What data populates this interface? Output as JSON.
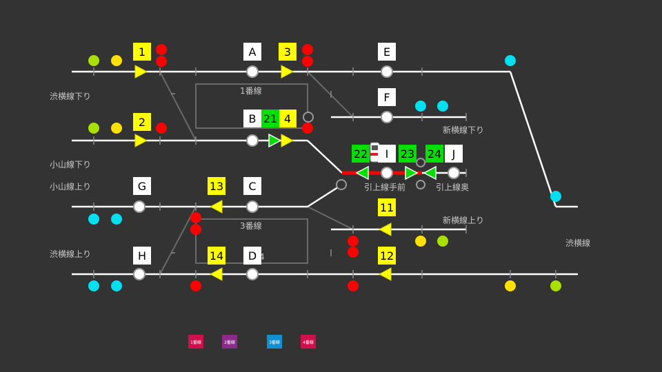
{
  "labels": {
    "shibuya_kudari": "渋横線下り",
    "koyama_kudari": "小山線下り",
    "koyama_nobori": "小山線上り",
    "shibuya_nobori": "渋横線上り",
    "shinyoko_kudari": "新横線下り",
    "shinyoko_nobori": "新横線上り",
    "shibuya_line": "渋横線",
    "track1": "1番線",
    "track3": "3番線",
    "track4_partial": "4",
    "hikiage_temae": "引上線手前",
    "hikiage_oku": "引上線奥"
  },
  "plates": {
    "A": "A",
    "B": "B",
    "C": "C",
    "D": "D",
    "E": "E",
    "F": "F",
    "G": "G",
    "H": "H",
    "I": "I",
    "J": "J",
    "s1": "1",
    "s2": "2",
    "s3": "3",
    "s4": "4",
    "s11": "11",
    "s12": "12",
    "s13": "13",
    "s14": "14",
    "s21": "21",
    "s22": "22",
    "s23": "23",
    "s24": "24"
  },
  "legend": {
    "l1": "1番線",
    "l2": "2番線",
    "l3": "3番線",
    "l4": "4番線"
  },
  "colors": {
    "background": "#333333",
    "track": "#ffffff",
    "route_active": "#ff0000",
    "lamp_red": "#ff0000",
    "lamp_yellow": "#ffe000",
    "lamp_lime": "#a8e000",
    "lamp_cyan": "#00e0f0",
    "legend_1": "#d0104c",
    "legend_2": "#8b2a8b",
    "legend_3": "#1090d0",
    "legend_4": "#d0104c"
  }
}
